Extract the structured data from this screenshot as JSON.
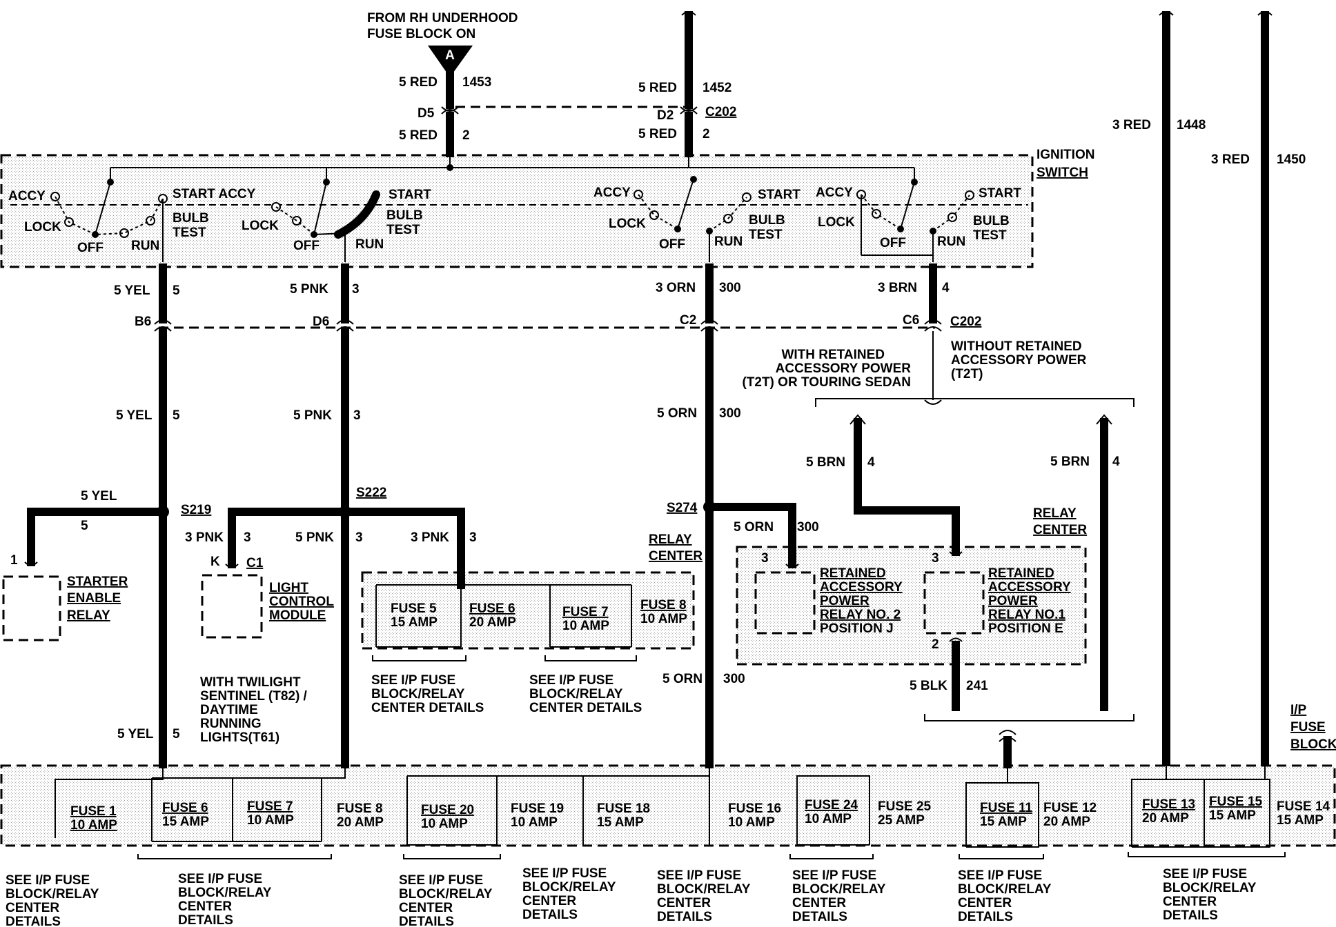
{
  "top": {
    "source_line1": "FROM RH UNDERHOOD",
    "source_line2": "FUSE BLOCK ON",
    "connector_a": "A",
    "w1453": {
      "gauge": "5 RED",
      "circuit": "1453"
    },
    "w1452": {
      "gauge": "5 RED",
      "circuit": "1452"
    },
    "w1448": {
      "gauge": "3 RED",
      "circuit": "1448"
    },
    "w1450": {
      "gauge": "3 RED",
      "circuit": "1450"
    },
    "d5": {
      "pin": "D5",
      "gauge": "5 RED",
      "circuit": "2"
    },
    "d2": {
      "pin": "D2",
      "connector": "C202",
      "gauge": "5 RED",
      "circuit": "2"
    }
  },
  "ignition_switch": {
    "label_line1": "IGNITION",
    "label_line2": "SWITCH",
    "sections": [
      {
        "accy": "ACCY",
        "lock": "LOCK",
        "off": "OFF",
        "run": "RUN",
        "start_accy": "START ACCY",
        "bulb": "BULB",
        "test": "TEST"
      },
      {
        "lock": "LOCK",
        "off": "OFF",
        "run": "RUN",
        "start": "START",
        "bulb": "BULB",
        "test": "TEST"
      },
      {
        "accy": "ACCY",
        "lock": "LOCK",
        "off": "OFF",
        "run": "RUN",
        "start": "START",
        "bulb": "BULB",
        "test": "TEST"
      },
      {
        "accy": "ACCY",
        "lock": "LOCK",
        "off": "OFF",
        "run": "RUN",
        "start": "START",
        "bulb": "BULB",
        "test": "TEST"
      }
    ]
  },
  "outputs": {
    "yel": {
      "gauge": "5 YEL",
      "circuit": "5",
      "pin": "B6"
    },
    "pnk": {
      "gauge": "5 PNK",
      "circuit": "3",
      "pin": "D6"
    },
    "orn": {
      "gauge": "3 ORN",
      "circuit": "300",
      "pin": "C2"
    },
    "brn": {
      "gauge": "3 BRN",
      "circuit": "4",
      "pin": "C6",
      "connector": "C202"
    }
  },
  "middle": {
    "yel2": {
      "gauge": "5 YEL",
      "circuit": "5"
    },
    "pnk2": {
      "gauge": "5 PNK",
      "circuit": "3"
    },
    "orn2": {
      "gauge": "5 ORN",
      "circuit": "300"
    },
    "with_retained": [
      "WITH RETAINED",
      "ACCESSORY POWER",
      "(T2T) OR TOURING SEDAN"
    ],
    "without_retained": [
      "WITHOUT RETAINED",
      "ACCESSORY POWER",
      "(T2T)"
    ],
    "brn_left": {
      "gauge": "5 BRN",
      "circuit": "4"
    },
    "brn_right": {
      "gauge": "5 BRN",
      "circuit": "4"
    },
    "s219": "S219",
    "s222": "S222",
    "s274": "S274",
    "yel_branch": {
      "gauge": "5 YEL",
      "circuit": "5",
      "pin": "1"
    },
    "pnk_branch_a": {
      "gauge": "3 PNK",
      "circuit": "3",
      "pin": "K",
      "connector": "C1"
    },
    "pnk_branch_b": {
      "gauge": "5 PNK",
      "circuit": "3"
    },
    "pnk_branch_c": {
      "gauge": "3 PNK",
      "circuit": "3"
    },
    "orn_branch": {
      "gauge": "5 ORN",
      "circuit": "300"
    },
    "starter_enable_relay": [
      "STARTER",
      "ENABLE",
      "RELAY"
    ],
    "light_control_module": [
      "LIGHT",
      "CONTROL",
      "MODULE"
    ],
    "twilight_note": [
      "WITH TWILIGHT",
      "SENTINEL (T82) /",
      "DAYTIME",
      "RUNNING",
      "LIGHTS(T61)"
    ],
    "relay_center_left": [
      "RELAY",
      "CENTER"
    ],
    "relay_center_right": [
      "RELAY",
      "CENTER"
    ],
    "fuse5": [
      "FUSE 5",
      "15 AMP"
    ],
    "fuse6": [
      "FUSE 6",
      "20 AMP"
    ],
    "fuse7": [
      "FUSE 7",
      "10 AMP"
    ],
    "fuse8": [
      "FUSE 8",
      "10 AMP"
    ],
    "see_a": [
      "SEE I/P FUSE",
      "BLOCK/RELAY",
      "CENTER DETAILS"
    ],
    "see_b": [
      "SEE I/P FUSE",
      "BLOCK/RELAY",
      "CENTER DETAILS"
    ],
    "relay2": {
      "pin": "3",
      "lines": [
        "RETAINED",
        "ACCESSORY",
        "POWER",
        "RELAY NO. 2",
        "POSITION J"
      ]
    },
    "relay1": {
      "pin": "3",
      "pin2": "2",
      "lines": [
        "RETAINED",
        "ACCESSORY",
        "POWER",
        "RELAY NO.1",
        "POSITION E"
      ]
    },
    "blk": {
      "gauge": "5 BLK",
      "circuit": "241"
    },
    "orn_low": {
      "gauge": "5 ORN",
      "circuit": "300"
    },
    "yel_low": {
      "gauge": "5 YEL",
      "circuit": "5"
    }
  },
  "ip_fuse_block": {
    "label": [
      "I/P",
      "FUSE",
      "BLOCK"
    ],
    "fuses": [
      [
        "FUSE 1",
        "10 AMP"
      ],
      [
        "FUSE 6",
        "15 AMP"
      ],
      [
        "FUSE 7",
        "10 AMP"
      ],
      [
        "FUSE 8",
        "20 AMP"
      ],
      [
        "FUSE 20",
        "10 AMP"
      ],
      [
        "FUSE 19",
        "10 AMP"
      ],
      [
        "FUSE 18",
        "15 AMP"
      ],
      [
        "FUSE 16",
        "10 AMP"
      ],
      [
        "FUSE 24",
        "10 AMP"
      ],
      [
        "FUSE 25",
        "25 AMP"
      ],
      [
        "FUSE 11",
        "15 AMP"
      ],
      [
        "FUSE 12",
        "20 AMP"
      ],
      [
        "FUSE 13",
        "20 AMP"
      ],
      [
        "FUSE 15",
        "15 AMP"
      ],
      [
        "FUSE 14",
        "15 AMP"
      ]
    ],
    "see_notes": [
      [
        "SEE I/P FUSE",
        "BLOCK/RELAY",
        "CENTER",
        "DETAILS"
      ],
      [
        "SEE I/P FUSE",
        "BLOCK/RELAY",
        "CENTER",
        "DETAILS"
      ],
      [
        "SEE I/P FUSE",
        "BLOCK/RELAY",
        "CENTER",
        "DETAILS"
      ],
      [
        "SEE I/P FUSE",
        "BLOCK/RELAY",
        "CENTER",
        "DETAILS"
      ],
      [
        "SEE I/P FUSE",
        "BLOCK/RELAY",
        "CENTER",
        "DETAILS"
      ],
      [
        "SEE I/P FUSE",
        "BLOCK/RELAY",
        "CENTER",
        "DETAILS"
      ],
      [
        "SEE I/P FUSE",
        "BLOCK/RELAY",
        "CENTER",
        "DETAILS"
      ],
      [
        "SEE I/P FUSE",
        "BLOCK/RELAY",
        "CENTER",
        "DETAILS"
      ]
    ]
  }
}
